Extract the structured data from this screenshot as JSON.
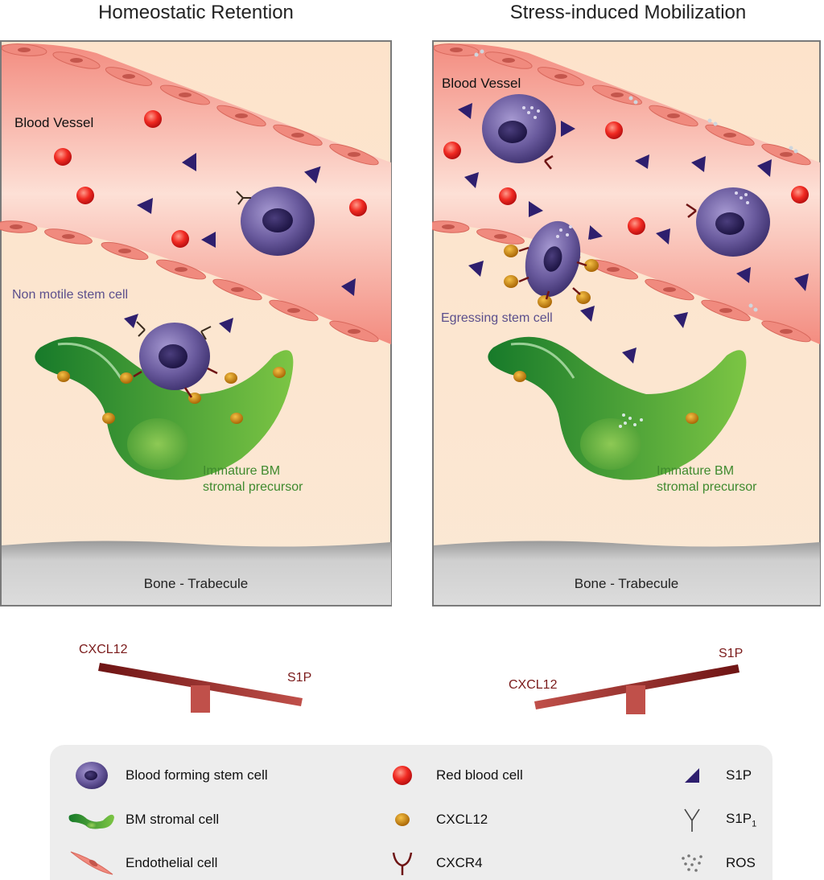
{
  "titles": {
    "left": "Homeostatic Retention",
    "right": "Stress-induced Mobilization"
  },
  "left_panel": {
    "vessel_label": "Blood Vessel",
    "cell_label": "Non motile stem cell",
    "stromal_label_line1": "Immature BM",
    "stromal_label_line2": "stromal precursor",
    "bone_label": "Bone - Trabecule"
  },
  "right_panel": {
    "vessel_label": "Blood Vessel",
    "cell_label": "Egressing stem cell",
    "stromal_label_line1": "Immature BM",
    "stromal_label_line2": "stromal precursor",
    "bone_label": "Bone - Trabecule"
  },
  "seesaws": {
    "left": {
      "high_label": "CXCL12",
      "low_label": "S1P"
    },
    "right": {
      "low_label": "CXCL12",
      "high_label": "S1P"
    }
  },
  "legend": {
    "items": [
      {
        "icon": "stem-cell-icon",
        "label": "Blood forming stem cell"
      },
      {
        "icon": "red-blood-cell-icon",
        "label": "Red blood cell"
      },
      {
        "icon": "s1p-triangle-icon",
        "label": "S1P"
      },
      {
        "icon": "stromal-cell-icon",
        "label": "BM stromal cell"
      },
      {
        "icon": "cxcl12-icon",
        "label": "CXCL12"
      },
      {
        "icon": "s1p1-receptor-icon",
        "label": "S1P",
        "subscript": "1"
      },
      {
        "icon": "endothelial-cell-icon",
        "label": "Endothelial cell"
      },
      {
        "icon": "cxcr4-receptor-icon",
        "label": "CXCR4"
      },
      {
        "icon": "ros-dots-icon",
        "label": "ROS"
      }
    ]
  },
  "colors": {
    "marrow": "#fce6cf",
    "vessel": "#f4a79a",
    "stem_cell": "#5e4f8f",
    "stroma": "#3f9a35",
    "rbc": "#e52222",
    "s1p": "#2e1f6e",
    "cxcl12": "#d98f10",
    "receptor": "#6e1414",
    "bone": "#d6d6d6",
    "seesaw": "#8b2a2a"
  }
}
